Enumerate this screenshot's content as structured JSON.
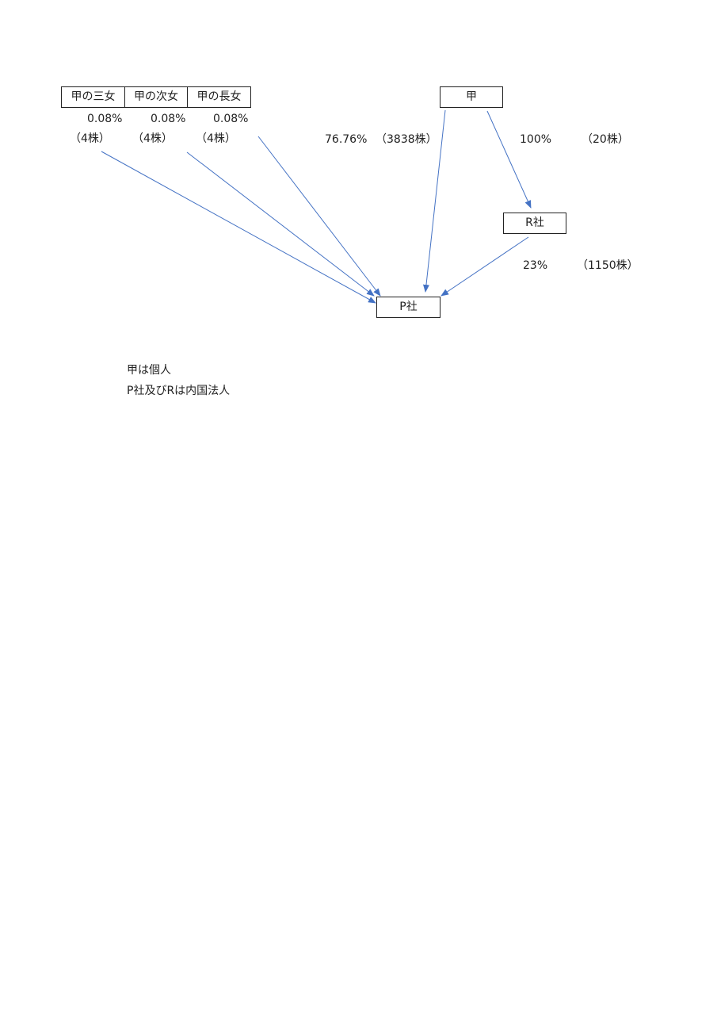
{
  "nodes": {
    "daughter3": "甲の三女",
    "daughter2": "甲の次女",
    "daughter1": "甲の長女",
    "ko": "甲",
    "r_company": "R社",
    "p_company": "P社"
  },
  "edges": {
    "daughter3_pct": "0.08%",
    "daughter3_shares": "（4株）",
    "daughter2_pct": "0.08%",
    "daughter2_shares": "（4株）",
    "daughter1_pct": "0.08%",
    "daughter1_shares": "（4株）",
    "ko_p_pct": "76.76%",
    "ko_p_shares": "（3838株）",
    "ko_r_pct": "100%",
    "ko_r_shares": "（20株）",
    "r_p_pct": "23%",
    "r_p_shares": "（1150株）"
  },
  "notes": [
    "甲は個人",
    "P社及びRは内国法人"
  ],
  "colors": {
    "arrow": "#4472C4",
    "box_border": "#222222"
  }
}
